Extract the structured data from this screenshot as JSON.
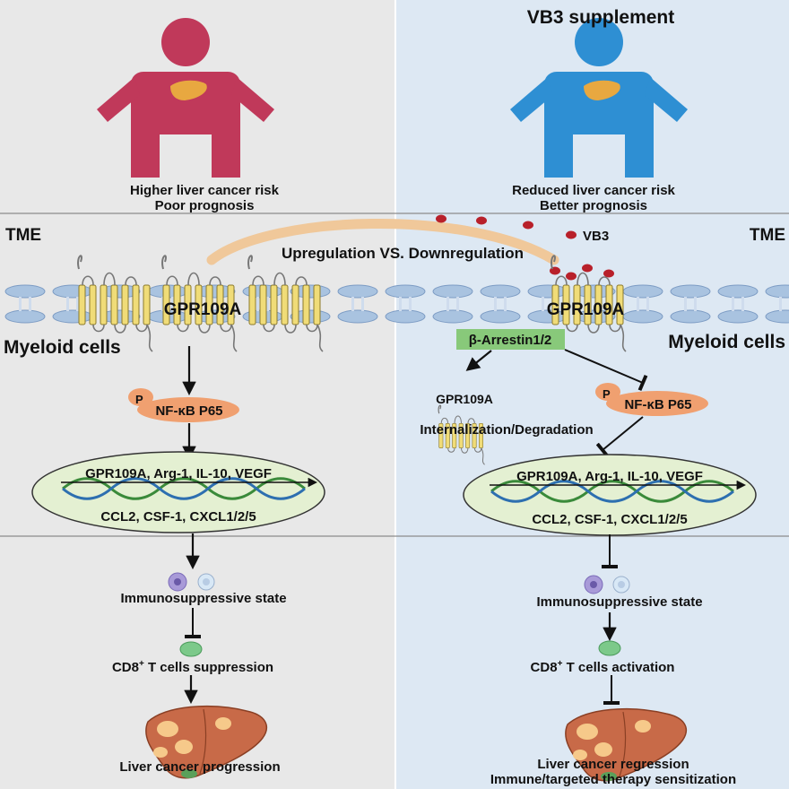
{
  "header": {
    "right_title": "VB3 supplement",
    "left_outcome": [
      "Higher liver cancer risk",
      "Poor prognosis"
    ],
    "right_outcome": [
      "Reduced liver cancer risk",
      "Better prognosis"
    ]
  },
  "membrane": {
    "tme_left": "TME",
    "tme_right": "TME",
    "comparison": "Upregulation VS. Downregulation",
    "vb3_label": "VB3",
    "receptor_left": "GPR109A",
    "receptor_right": "GPR109A",
    "cells_left": "Myeloid cells",
    "cells_right": "Myeloid cells"
  },
  "pathway": {
    "arrestin": "β-Arrestin1/2",
    "internalized_receptor": "GPR109A",
    "internalization": "Internalization/Degradation",
    "phospho": "P",
    "nfkb": "NF-κB P65",
    "genes_line1": "GPR109A, Arg-1, IL-10, VEGF",
    "genes_line2": "CCL2, CSF-1, CXCL1/2/5"
  },
  "outcomes_left": {
    "state": "Immunosuppressive state",
    "tcell_prefix": "CD8",
    "tcell_sup": "+",
    "tcell_suffix": " T cells suppression",
    "liver": "Liver cancer progression"
  },
  "outcomes_right": {
    "state": "Immunosuppressive state",
    "tcell_prefix": "CD8",
    "tcell_sup": "+",
    "tcell_suffix": " T cells activation",
    "liver1": "Liver cancer regression",
    "liver2": "Immune/targeted therapy sensitization"
  },
  "colors": {
    "left_bg": "#e8e8e8",
    "right_bg": "#dde8f3",
    "person_left": "#c0395a",
    "person_right": "#2e8fd3",
    "receptor": "#f0dc78",
    "nfkb": "#f0a070",
    "nucleus": "#e4f0d2",
    "arrestin": "#88c97a",
    "vb3": "#b8202a",
    "liver": "#c86a48"
  }
}
